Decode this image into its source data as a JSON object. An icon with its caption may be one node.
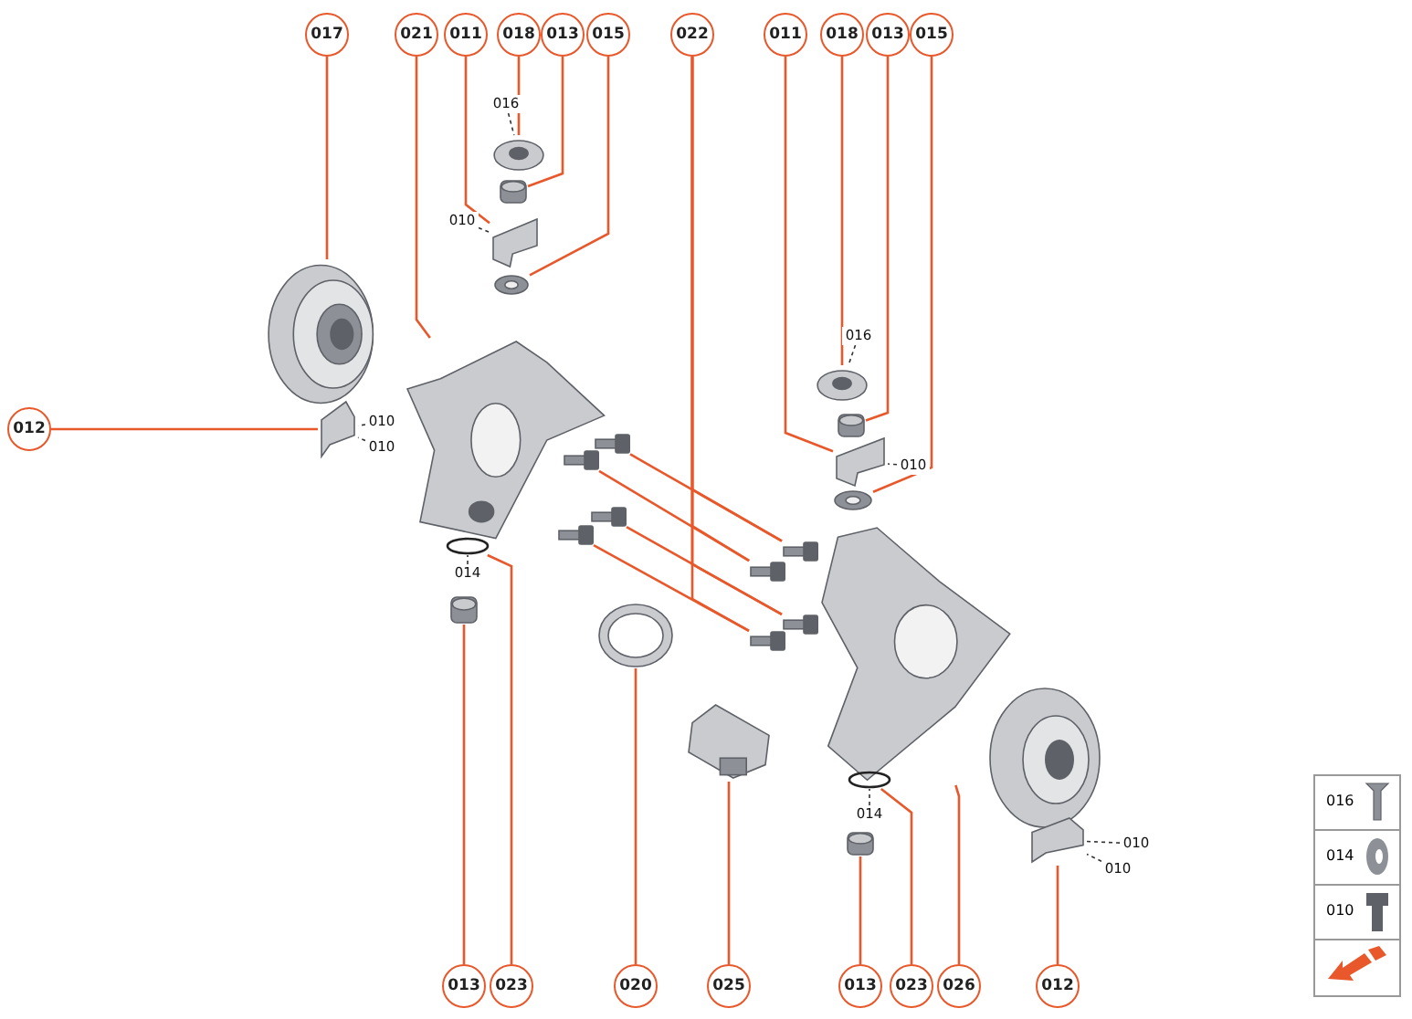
{
  "diagram": {
    "nodes": [
      {
        "text": [
          "017"
        ]
      },
      {
        "text": [
          "021"
        ]
      },
      {
        "text": [
          "011"
        ]
      },
      {
        "text": [
          "018"
        ]
      },
      {
        "text": [
          "013"
        ]
      },
      {
        "text": [
          "015"
        ]
      },
      {
        "text": [
          "022"
        ]
      },
      {
        "text": [
          "011"
        ]
      },
      {
        "text": [
          "018"
        ]
      },
      {
        "text": [
          "013"
        ]
      },
      {
        "text": [
          "015"
        ]
      },
      {
        "text": [
          "012"
        ]
      },
      {
        "text": [
          "016"
        ]
      },
      {
        "text": [
          "010"
        ]
      },
      {
        "text": [
          "016"
        ]
      },
      {
        "text": [
          "010"
        ]
      },
      {
        "text": [
          "010"
        ]
      },
      {
        "text": [
          "010"
        ]
      },
      {
        "text": [
          "014"
        ]
      },
      {
        "text": [
          "014"
        ]
      },
      {
        "text": [
          "010"
        ]
      },
      {
        "text": [
          "010"
        ]
      },
      {
        "text": [],
        "shape": "picture"
      },
      {
        "text": [],
        "shape": "picture"
      },
      {
        "text": [],
        "shape": "picture"
      },
      {
        "text": [],
        "shape": "picture"
      },
      {
        "text": [],
        "shape": "picture"
      },
      {
        "text": [],
        "shape": "picture"
      },
      {
        "text": [],
        "shape": "picture"
      },
      {
        "text": [],
        "shape": "picture"
      },
      {
        "text": [],
        "shape": "picture"
      },
      {
        "text": [],
        "shape": "picture"
      },
      {
        "text": [],
        "shape": "picture"
      },
      {
        "text": [],
        "shape": "picture"
      },
      {
        "text": [],
        "shape": "picture"
      },
      {
        "text": [],
        "shape": "picture"
      },
      {
        "text": [],
        "shape": "picture"
      },
      {
        "text": [],
        "shape": "picture"
      },
      {
        "text": [],
        "shape": "circle"
      },
      {
        "text": [],
        "shape": "picture"
      },
      {
        "text": [],
        "shape": "picture"
      },
      {
        "text": [],
        "shape": "picture"
      },
      {
        "text": [],
        "shape": "circle"
      },
      {
        "text": [],
        "shape": "picture"
      },
      {
        "text": [],
        "shape": "picture"
      },
      {
        "text": [
          "013"
        ]
      },
      {
        "text": [
          "023"
        ]
      },
      {
        "text": [
          "020"
        ]
      },
      {
        "text": [
          "025"
        ]
      },
      {
        "text": [
          "013"
        ]
      },
      {
        "text": [
          "023"
        ]
      },
      {
        "text": [
          "026"
        ]
      },
      {
        "text": [
          "012"
        ]
      },
      {
        "text": [],
        "shape": "picture"
      },
      {
        "text": [],
        "shape": "picture"
      },
      {
        "text": [],
        "shape": "picture"
      },
      {
        "text": [],
        "shape": "picture"
      }
    ],
    "edges": [
      {
        "from": 0,
        "to": 22,
        "arrow": "none"
      },
      {
        "from": 1,
        "to": 27,
        "arrow": "none"
      },
      {
        "from": 2,
        "to": 25,
        "arrow": "none"
      },
      {
        "from": 3,
        "to": 23,
        "arrow": "none"
      },
      {
        "from": 4,
        "to": 24,
        "arrow": "none"
      },
      {
        "from": 5,
        "to": 26,
        "arrow": "none"
      },
      {
        "from": 6,
        "to": 33,
        "arrow": "none"
      },
      {
        "from": 6,
        "to": 34,
        "arrow": "none"
      },
      {
        "from": 6,
        "to": 35,
        "arrow": "none"
      },
      {
        "from": 6,
        "to": 36,
        "arrow": "none"
      },
      {
        "from": 7,
        "to": 31,
        "arrow": "none"
      },
      {
        "from": 8,
        "to": 29,
        "arrow": "none"
      },
      {
        "from": 9,
        "to": 30,
        "arrow": "none"
      },
      {
        "from": 10,
        "to": 32,
        "arrow": "none"
      },
      {
        "from": 11,
        "to": 28,
        "arrow": "none"
      },
      {
        "from": 45,
        "to": 39,
        "arrow": "none"
      },
      {
        "from": 46,
        "to": 38,
        "arrow": "none"
      },
      {
        "from": 47,
        "to": 40,
        "arrow": "none"
      },
      {
        "from": 48,
        "to": 41,
        "arrow": "none"
      },
      {
        "from": 49,
        "to": 43,
        "arrow": "none"
      },
      {
        "from": 50,
        "to": 42,
        "arrow": "none"
      },
      {
        "from": 51,
        "to": 37,
        "arrow": "none"
      },
      {
        "from": 52,
        "to": 44,
        "arrow": "none"
      },
      {
        "from": 12,
        "to": 23,
        "arrow": "none",
        "style": "dashed",
        "color": "#333333"
      },
      {
        "from": 13,
        "to": 25,
        "arrow": "none",
        "style": "dashed",
        "color": "#333333"
      },
      {
        "from": 14,
        "to": 29,
        "arrow": "none",
        "style": "dashed",
        "color": "#333333"
      },
      {
        "from": 15,
        "to": 31,
        "arrow": "none",
        "style": "dashed",
        "color": "#333333"
      },
      {
        "from": 16,
        "to": 28,
        "arrow": "none",
        "style": "dashed",
        "color": "#333333"
      },
      {
        "from": 17,
        "to": 28,
        "arrow": "none",
        "style": "dashed",
        "color": "#333333"
      },
      {
        "from": 18,
        "to": 38,
        "arrow": "none",
        "style": "dashed",
        "color": "#333333"
      },
      {
        "from": 19,
        "to": 42,
        "arrow": "none",
        "style": "dashed",
        "color": "#333333"
      },
      {
        "from": 20,
        "to": 44,
        "arrow": "none",
        "style": "dashed",
        "color": "#333333"
      },
      {
        "from": 21,
        "to": 44,
        "arrow": "none",
        "style": "dashed",
        "color": "#333333"
      },
      {
        "from": 53,
        "to": 33,
        "arrow": "none"
      },
      {
        "from": 54,
        "to": 34,
        "arrow": "none"
      },
      {
        "from": 55,
        "to": 35,
        "arrow": "none"
      },
      {
        "from": 56,
        "to": 36,
        "arrow": "none"
      }
    ],
    "legend": [
      {
        "text": "016"
      },
      {
        "text": "014"
      },
      {
        "text": "010"
      }
    ]
  }
}
